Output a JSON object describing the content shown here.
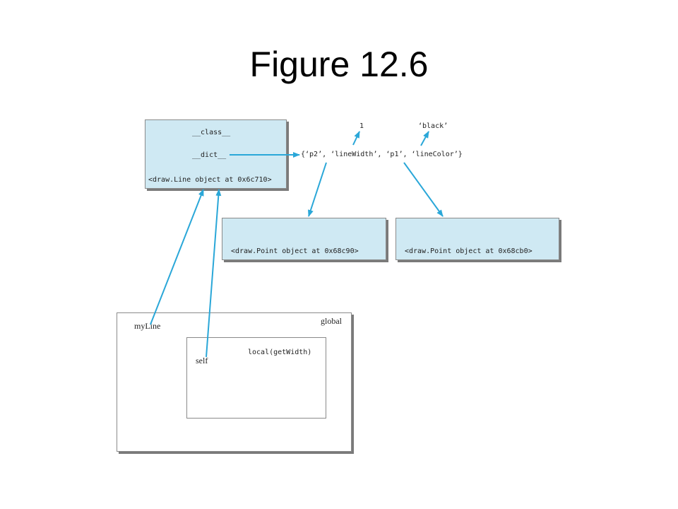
{
  "slide": {
    "title": "Figure 12.6"
  },
  "line_object": {
    "class_attr": "__class__",
    "dict_attr": "__dict__",
    "repr": "<draw.Line object at 0x6c710>"
  },
  "dict_keys": "{‘p2’, ‘lineWidth’, ‘p1’, ‘lineColor’}",
  "values": {
    "line_width": "1",
    "line_color": "‘black’"
  },
  "point_objects": [
    {
      "repr": "<draw.Point object at 0x68c90>"
    },
    {
      "repr": "<draw.Point object at 0x68cb0>"
    }
  ],
  "global_frame": {
    "label": "global",
    "var": "myLine"
  },
  "local_frame": {
    "label": "local(getWidth)",
    "var": "self"
  },
  "colors": {
    "object_fill": "#cfe9f3",
    "arrow": "#2aa7d8"
  }
}
